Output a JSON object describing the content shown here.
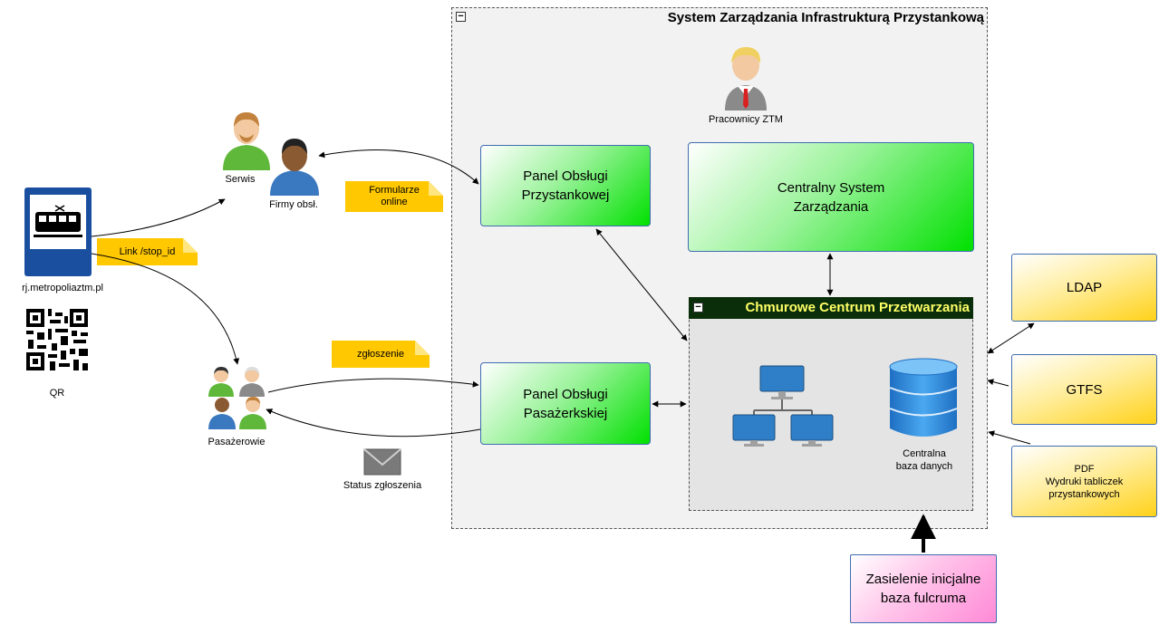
{
  "system": {
    "title": "System Zarządzania Infrastrukturą Przystankową"
  },
  "staff": {
    "label": "Pracownicy ZTM"
  },
  "panels": {
    "stop_panel": "Panel Obsługi\nPrzystankowej",
    "central": "Centralny System\nZarządzania",
    "passenger_panel": "Panel Obsługi\nPasażerkskiej"
  },
  "cloud": {
    "title": "Chmurowe Centrum Przetwarzania",
    "db_label": "Centralna\nbaza danych"
  },
  "externals": {
    "ldap": "LDAP",
    "gtfs": "GTFS",
    "pdf": "PDF\nWydruki tabliczek\nprzystankowych"
  },
  "seed": {
    "label": "Zasielenie inicjalne\nbaza fulcruma"
  },
  "actors": {
    "serwis": "Serwis",
    "firms": "Firmy obsł.",
    "passengers": "Pasażerowie"
  },
  "stop": {
    "url": "rj.metropoliaztm.pl",
    "qr": "QR"
  },
  "notes": {
    "link": "Link /stop_id",
    "forms": "Formularze\nonline",
    "report": "zgłoszenie"
  },
  "status": {
    "label": "Status zgłoszenia"
  }
}
